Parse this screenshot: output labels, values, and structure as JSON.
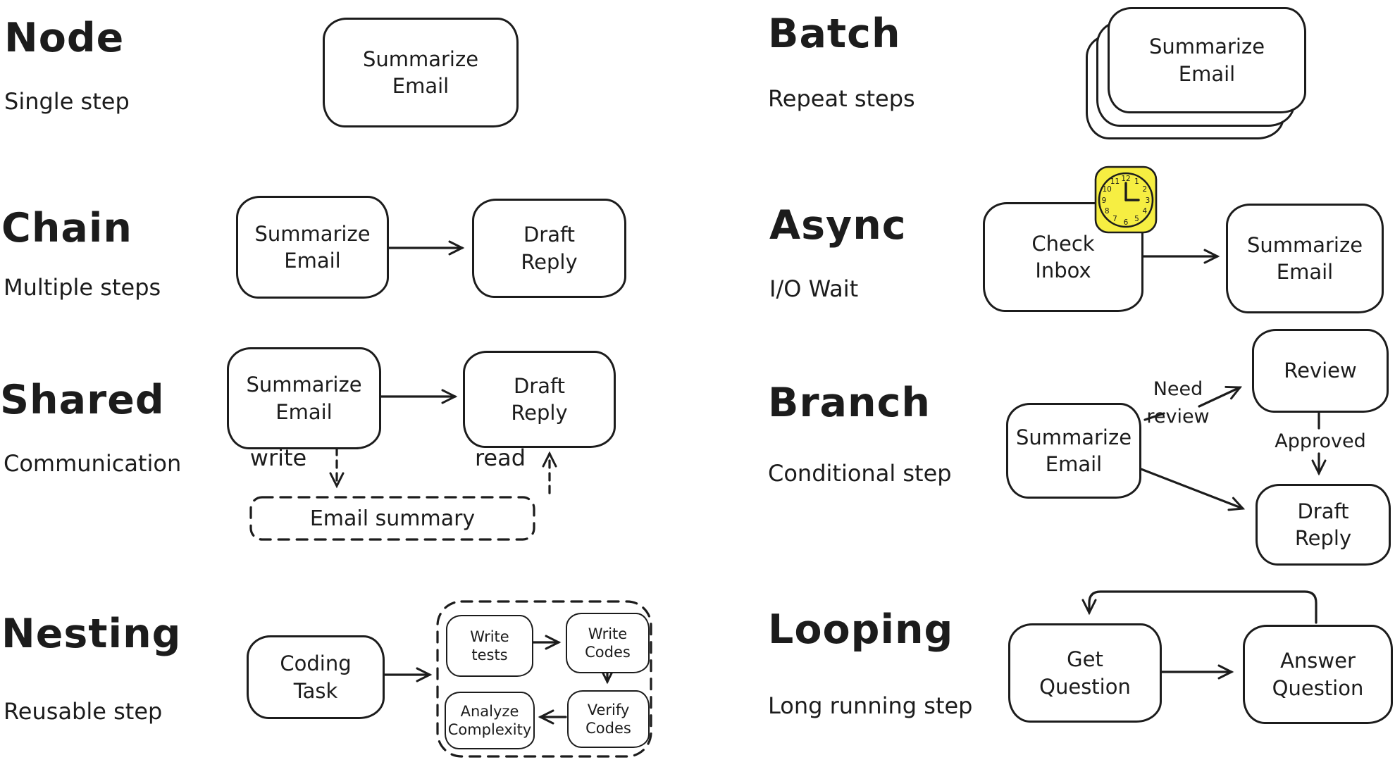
{
  "colors": {
    "ink": "#1c1c1c",
    "background": "#ffffff",
    "clock_yellow": "#f6ee42"
  },
  "sections": {
    "node": {
      "title": "Node",
      "subtitle": "Single step",
      "box_summarize_email": "Summarize\nEmail"
    },
    "chain": {
      "title": "Chain",
      "subtitle": "Multiple steps",
      "box_summarize_email": "Summarize\nEmail",
      "box_draft_reply": "Draft\nReply"
    },
    "shared": {
      "title": "Shared",
      "subtitle": "Communication",
      "box_summarize_email": "Summarize\nEmail",
      "box_draft_reply": "Draft\nReply",
      "label_write": "write",
      "label_read": "read",
      "box_email_summary": "Email summary"
    },
    "nesting": {
      "title": "Nesting",
      "subtitle": "Reusable step",
      "box_coding_task": "Coding\nTask",
      "box_write_tests": "Write\ntests",
      "box_write_codes": "Write\nCodes",
      "box_analyze_complexity": "Analyze\nComplexity",
      "box_verify_codes": "Verify\nCodes"
    },
    "batch": {
      "title": "Batch",
      "subtitle": "Repeat steps",
      "box_summarize_email": "Summarize\nEmail"
    },
    "async": {
      "title": "Async",
      "subtitle": "I/O Wait",
      "box_check_inbox": "Check\nInbox",
      "box_summarize_email": "Summarize\nEmail",
      "clock_numbers": [
        "12",
        "1",
        "2",
        "3",
        "4",
        "5",
        "6",
        "7",
        "8",
        "9",
        "10",
        "11"
      ]
    },
    "branch": {
      "title": "Branch",
      "subtitle": "Conditional step",
      "box_summarize_email": "Summarize\nEmail",
      "box_review": "Review",
      "box_draft_reply": "Draft\nReply",
      "label_need_review": "Need\nreview",
      "label_approved": "Approved"
    },
    "looping": {
      "title": "Looping",
      "subtitle": "Long running step",
      "box_get_question": "Get\nQuestion",
      "box_answer_question": "Answer\nQuestion"
    }
  }
}
